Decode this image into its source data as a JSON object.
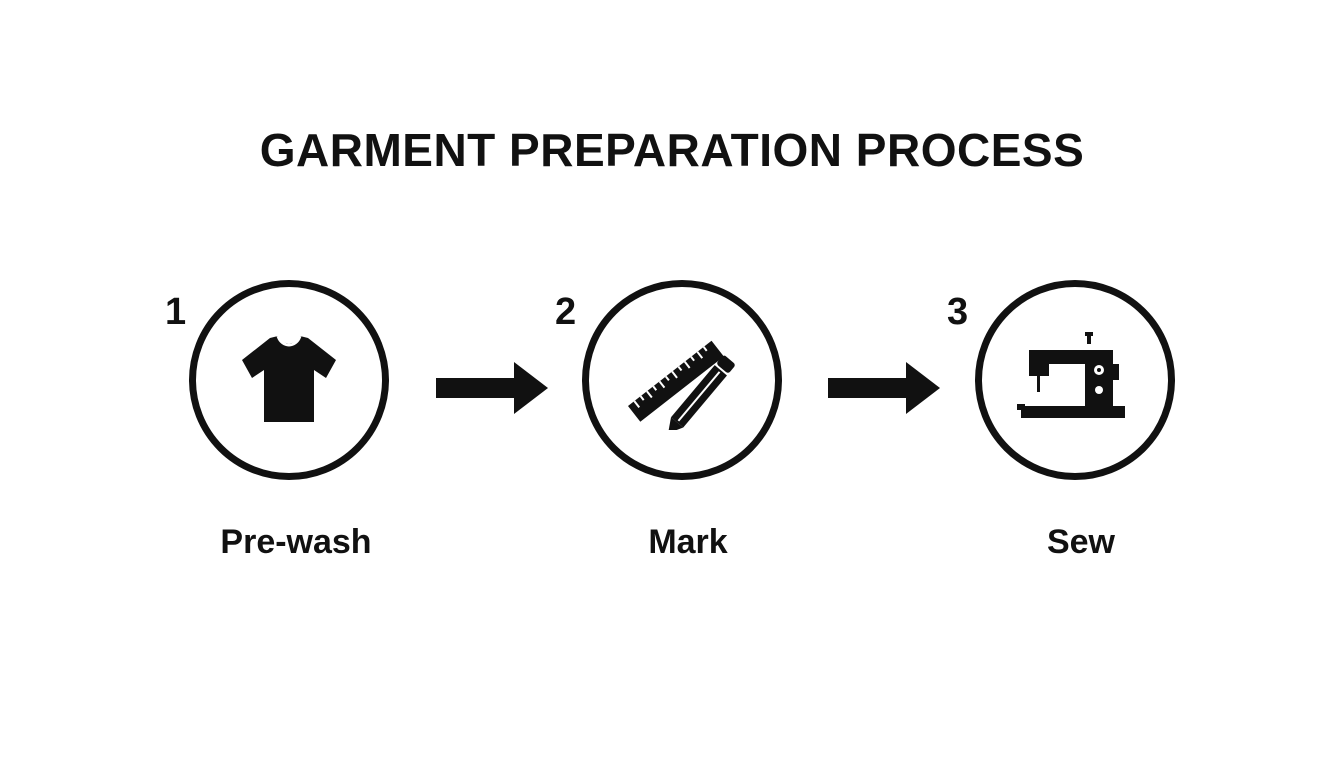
{
  "diagram": {
    "title": "GARMENT PREPARATION PROCESS",
    "steps": [
      {
        "number": "1",
        "label": "Pre-wash",
        "icon": "t-shirt-icon"
      },
      {
        "number": "2",
        "label": "Mark",
        "icon": "ruler-pencil-icon"
      },
      {
        "number": "3",
        "label": "Sew",
        "icon": "sewing-machine-icon"
      }
    ],
    "connectors": [
      "arrow-right-icon",
      "arrow-right-icon"
    ],
    "colors": {
      "ink": "#111111",
      "background": "#ffffff"
    }
  }
}
